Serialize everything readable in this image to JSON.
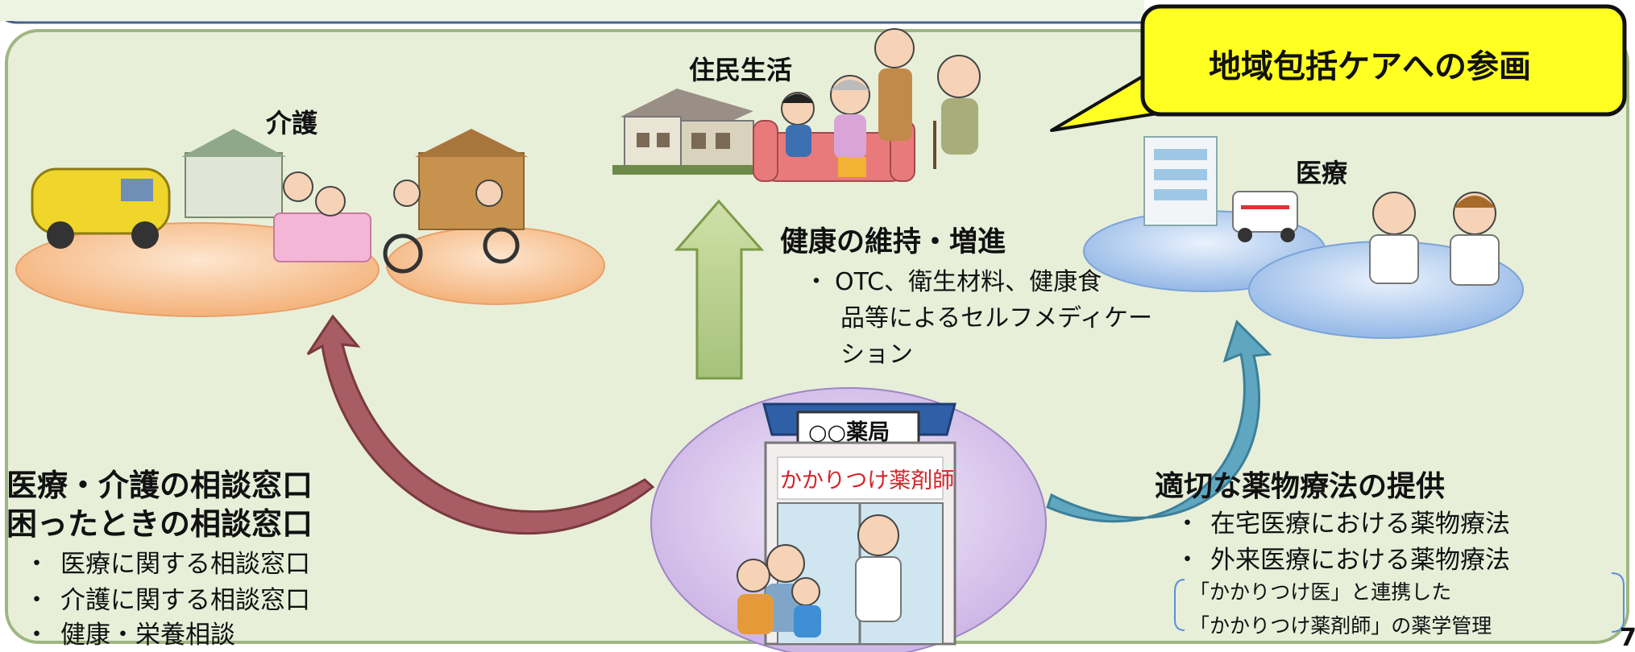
{
  "callout": {
    "title": "地域包括ケアへの参画"
  },
  "labels": {
    "resident_life": "住民生活",
    "nursing_care": "介護",
    "medical": "医療"
  },
  "health": {
    "heading": "健康の維持・増進",
    "bullet_mark": "・",
    "lines": [
      "OTC、衛生材料、健康食",
      "品等によるセルフメディケー",
      "ション"
    ]
  },
  "consultation": {
    "heading_lines": [
      "医療・介護の相談窓口",
      "困ったときの相談窓口"
    ],
    "bullet_mark": "・",
    "items": [
      "医療に関する相談窓口",
      "介護に関する相談窓口",
      "健康・栄養相談"
    ]
  },
  "pharmacotherapy": {
    "heading": "適切な薬物療法の提供",
    "bullet_mark": "・",
    "items": [
      "在宅医療における薬物療法",
      "外来医療における薬物療法"
    ],
    "note_lines": [
      "「かかりつけ医」と連携した",
      "「かかりつけ薬剤師」の薬学管理"
    ]
  },
  "pharmacy": {
    "sign": "○○薬局",
    "banner": "かかりつけ薬剤師"
  },
  "page_number": "7",
  "colors": {
    "panel": "#e7efd9",
    "panel_border": "#8aa26a",
    "callout_fill": "#ffff22",
    "nursing_ellipse": "#f7c497",
    "medical_ellipse": "#a9c6ec",
    "pharmacy_ellipse": "#d9c8ec",
    "arrow_up_fill": "#b7d08e",
    "arrow_left": "#a4545c",
    "arrow_right": "#5aa3bd",
    "banner_red": "#d4242a"
  }
}
